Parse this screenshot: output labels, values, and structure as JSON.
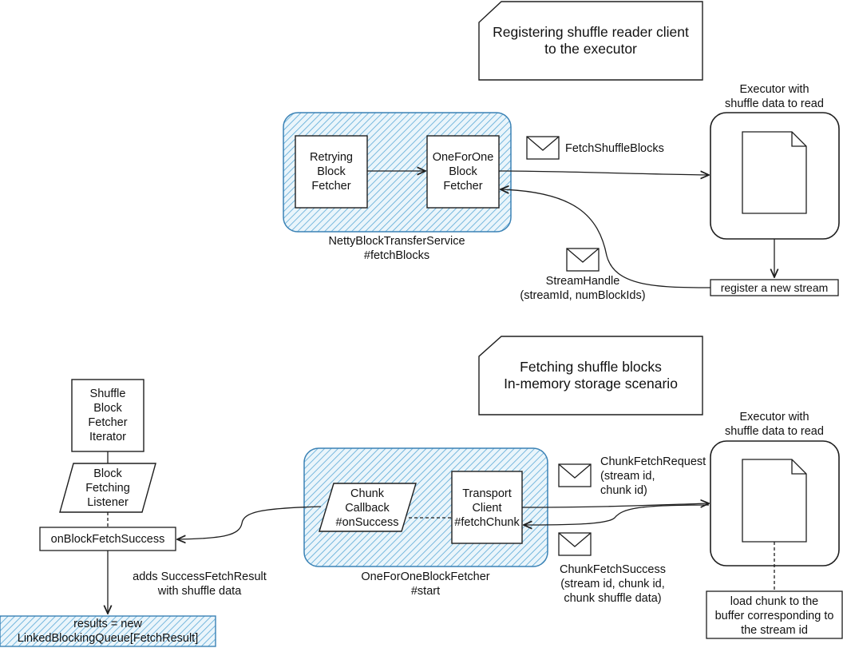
{
  "section1": {
    "title": "Registering shuffle reader client\nto the executor",
    "executor_label": "Executor with\nshuffle data to read",
    "retrying_box": "Retrying\nBlock\nFetcher",
    "oneforone_box": "OneForOne\nBlock\nFetcher",
    "group_caption": "NettyBlockTransferService\n#fetchBlocks",
    "msg_fetch": "FetchShuffleBlocks",
    "msg_stream": "StreamHandle\n(streamId, numBlockIds)",
    "register_box": "register a new stream"
  },
  "section2": {
    "title": "Fetching shuffle blocks\nIn-memory storage scenario",
    "executor_label": "Executor with\nshuffle data to read",
    "iterator_box": "Shuffle\nBlock\nFetcher\nIterator",
    "listener_box": "Block\nFetching\nListener",
    "success_box": "onBlockFetchSuccess",
    "adds_label": "adds SuccessFetchResult\nwith shuffle data",
    "results_box": "results = new\nLinkedBlockingQueue[FetchResult]",
    "callback_box": "Chunk\nCallback\n#onSuccess",
    "transport_box": "Transport\nClient\n#fetchChunk",
    "group_caption": "OneForOneBlockFetcher\n#start",
    "msg_request": "ChunkFetchRequest\n(stream id,\nchunk id)",
    "msg_success": "ChunkFetchSuccess\n(stream id, chunk id,\nchunk shuffle data)",
    "load_box": "load chunk to the\nbuffer corresponding to\nthe stream id"
  },
  "colors": {
    "hatch": "#5aa9d6",
    "hatch_border": "#3b82b5",
    "stroke": "#1e1e1e"
  }
}
